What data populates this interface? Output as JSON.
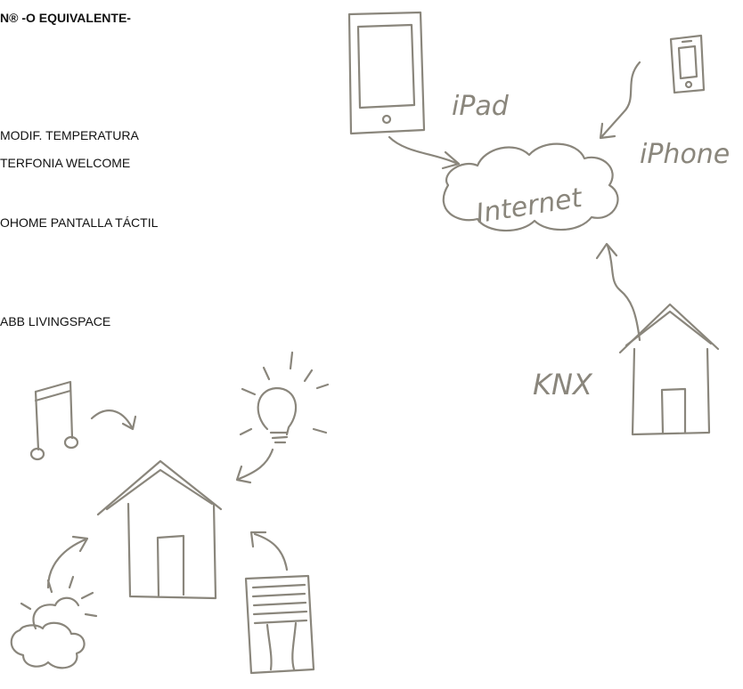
{
  "text": {
    "heading": "N® -O EQUIVALENTE-",
    "items": [
      "MODIF. TEMPERATURA",
      "TERFONIA WELCOME",
      "OHOME PANTALLA TÁCTIL",
      "ABB LIVINGSPACE"
    ]
  },
  "illustration": {
    "ipad_label": "iPad",
    "iphone_label": "iPhone",
    "internet_label": "Internet",
    "knx_label": "KNX",
    "ink_color": "#8a867c",
    "icons": [
      "tablet-icon",
      "phone-icon",
      "cloud-icon",
      "house-icon",
      "music-note-icon",
      "light-bulb-icon",
      "sun-cloud-icon",
      "window-blind-icon"
    ]
  }
}
